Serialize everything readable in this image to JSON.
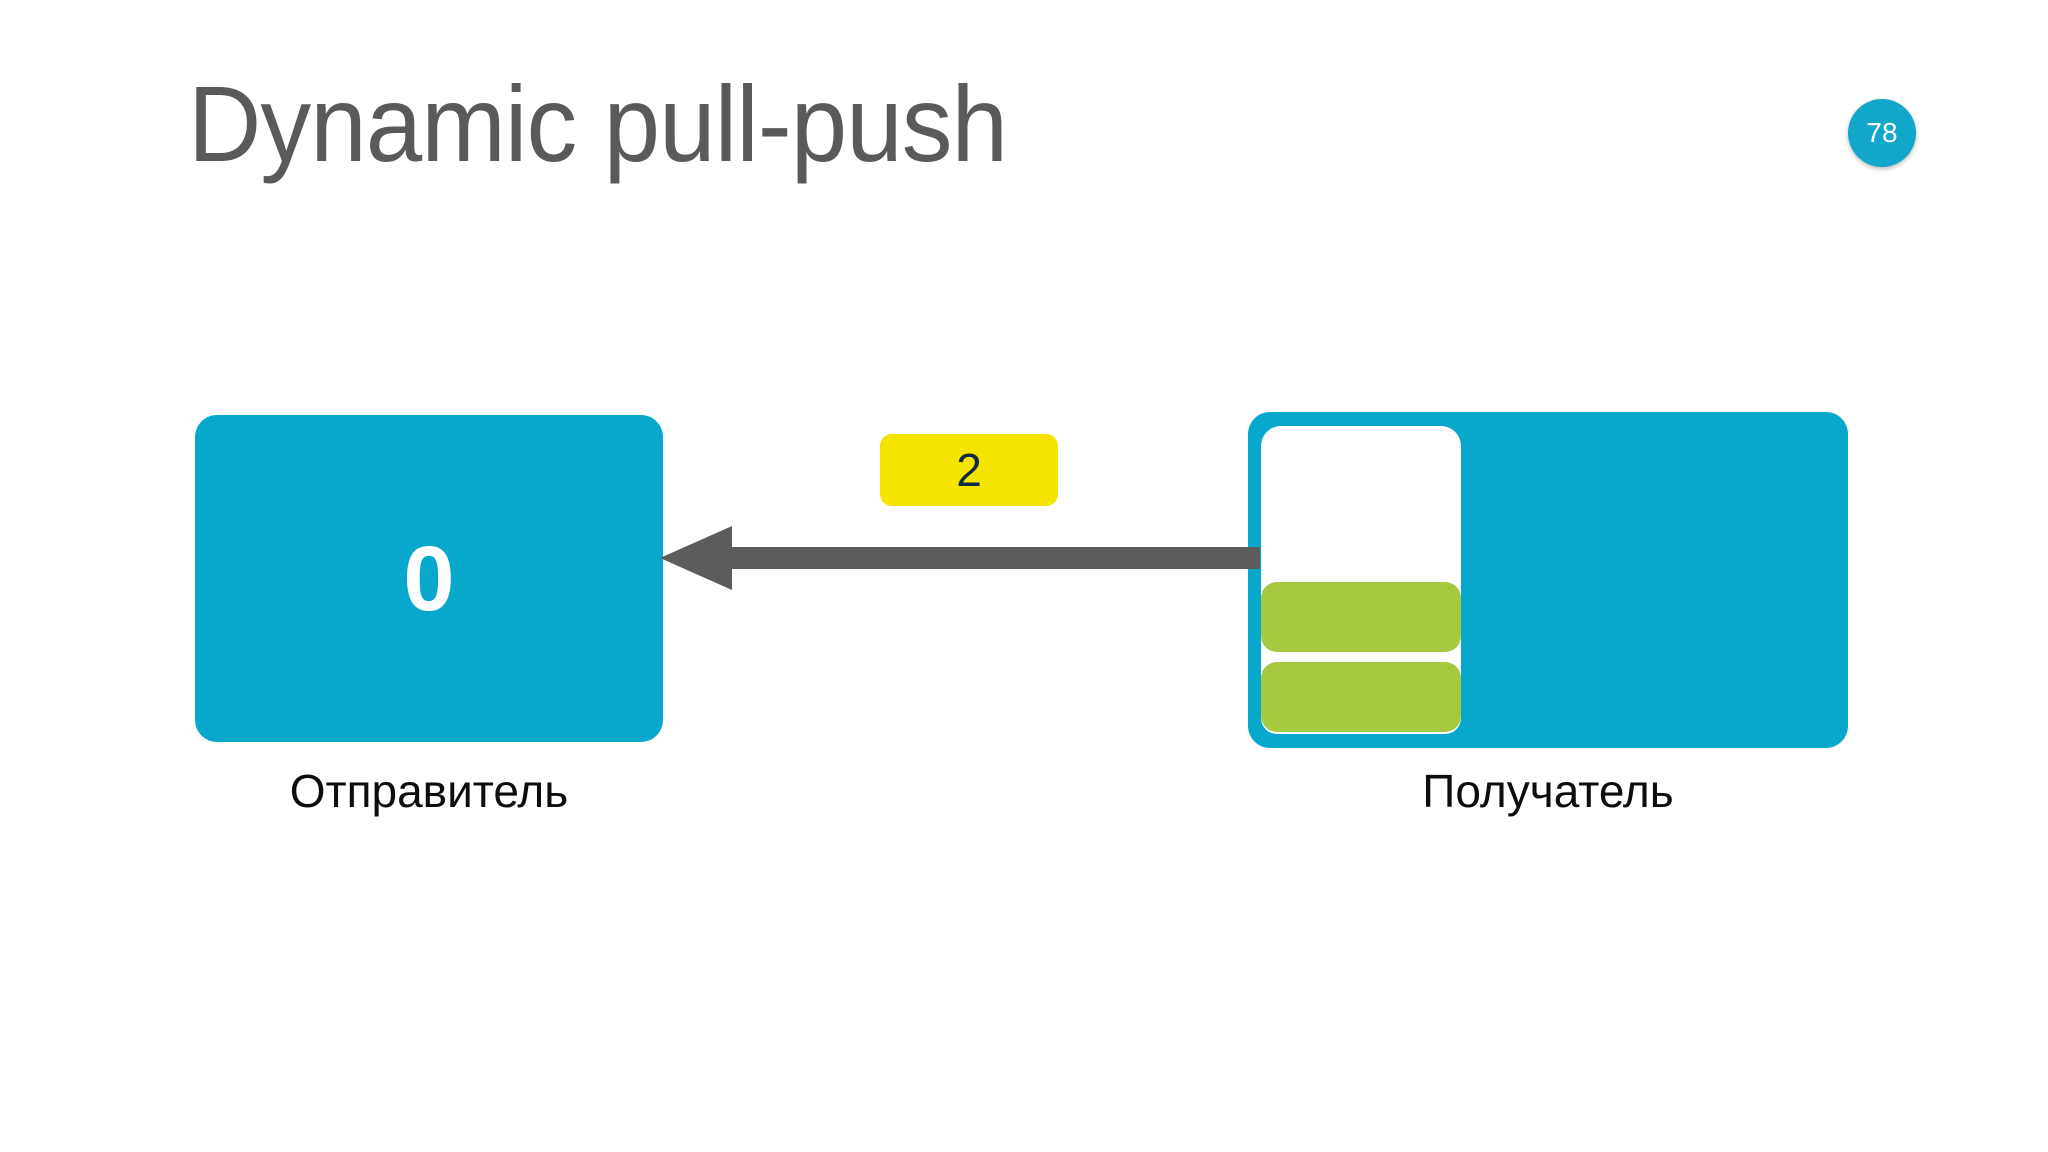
{
  "slide": {
    "title": "Dynamic pull-push",
    "page_number": "78",
    "background_color": "#ffffff",
    "title_color": "#5a5a5a"
  },
  "diagram": {
    "type": "flow",
    "accent_color": "#08a8cd",
    "buffer_fill_color": "#a6c941",
    "badge_color": "#f5e400",
    "arrow_color": "#5c5c5c",
    "sender": {
      "label": "Отправитель",
      "value": "0",
      "value_color": "#ffffff"
    },
    "receiver": {
      "label": "Получатель",
      "buffer": {
        "capacity": 4,
        "filled": 2,
        "slots": [
          {
            "state": "empty"
          },
          {
            "state": "empty"
          },
          {
            "state": "filled"
          },
          {
            "state": "filled"
          }
        ]
      }
    },
    "transfer": {
      "count": "2",
      "direction": "receiver-to-sender",
      "arrow_label": "left-arrow"
    }
  }
}
